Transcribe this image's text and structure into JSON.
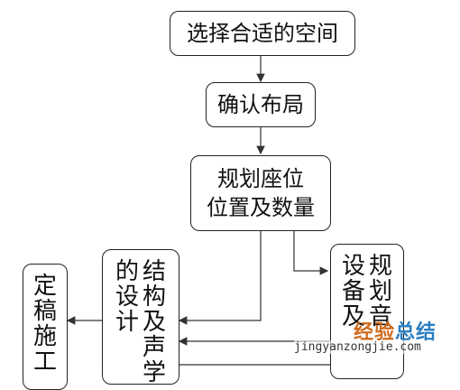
{
  "nodes": {
    "choose_space": "选择合适的空间",
    "confirm_layout": "确认布局",
    "plan_seats_line1": "规划座位",
    "plan_seats_line2": "位置及数量",
    "av_design_col1": [
      "结",
      "构",
      "及",
      "声",
      "学"
    ],
    "av_design_col2": [
      "的",
      "设",
      "计"
    ],
    "equipment_col1": [
      "规",
      "划",
      "音"
    ],
    "equipment_col2": [
      "设",
      "备",
      "及"
    ],
    "finalize_col1": [
      "定",
      "稿",
      "施",
      "工"
    ]
  },
  "watermark": {
    "brand_a": "经验",
    "brand_b": "总结",
    "url": "jingyanzongjie.com"
  },
  "colors": {
    "line": "#333333",
    "watermark_orange": "#cf6a1c",
    "watermark_blue": "#2b7fc2"
  }
}
